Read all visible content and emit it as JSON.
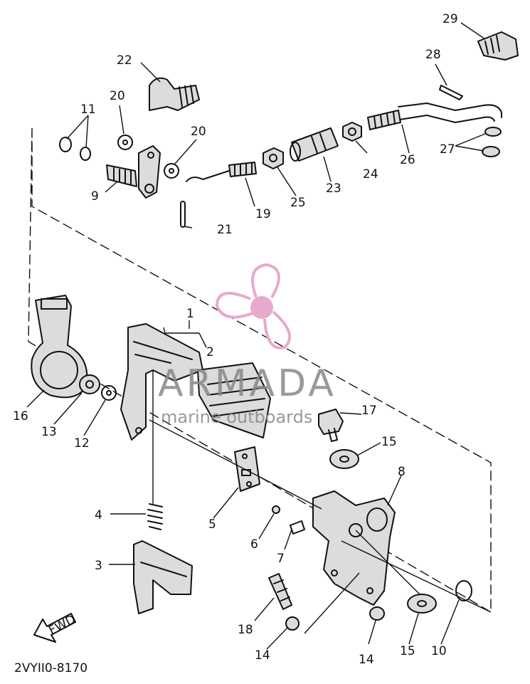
{
  "diagram": {
    "callouts": [
      "1",
      "2",
      "3",
      "4",
      "5",
      "6",
      "7",
      "8",
      "9",
      "10",
      "11",
      "12",
      "13",
      "14",
      "15",
      "16",
      "17",
      "18",
      "19",
      "20",
      "21",
      "22",
      "23",
      "24",
      "25",
      "26",
      "27",
      "28",
      "29"
    ],
    "fwd_arrow_label": "FWD",
    "drawing_code": "2VYII0-8170"
  },
  "watermark": {
    "brand": "ARMADA",
    "tagline": "marine outboards",
    "colors": {
      "logo": "#e8a9cf",
      "text": "#888888"
    }
  }
}
